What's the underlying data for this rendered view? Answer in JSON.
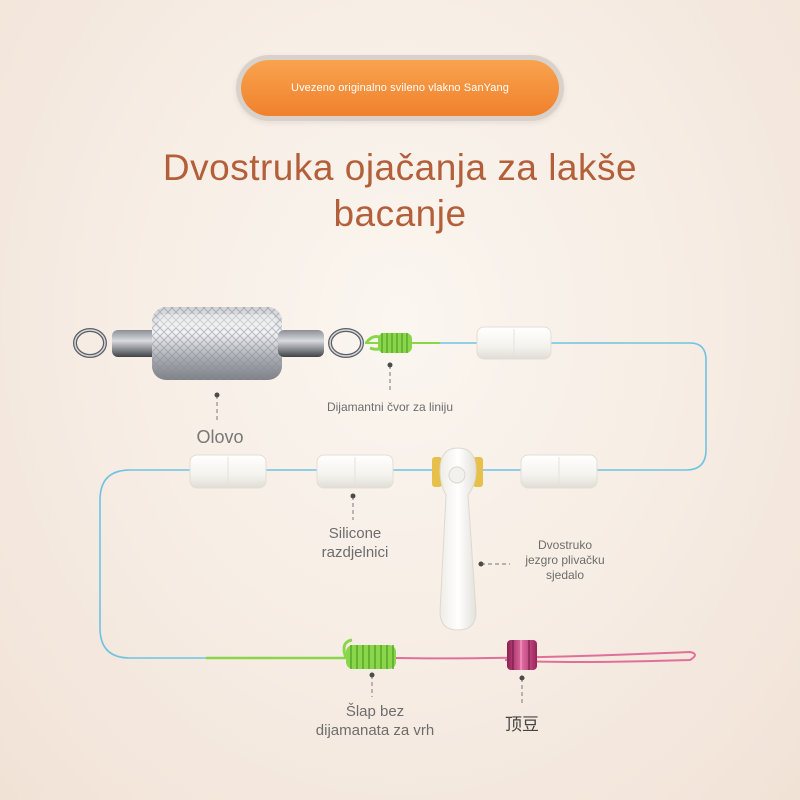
{
  "banner": {
    "text": "Uvezeno originalno svileno vlakno SanYang"
  },
  "title": {
    "line1": "Dvostruka ojačanja za lakše",
    "line2": "bacanje"
  },
  "labels": {
    "sinker": "Olovo",
    "line_knot": "Dijamantni čvor za liniju",
    "separators_line1": "Silicone",
    "separators_line2": "razdjelnici",
    "float_seat_line1": "Dvostruko",
    "float_seat_line2": "jezgro plivačku",
    "float_seat_line3": "sjedalo",
    "tip_knot_line1": "Šlap bez",
    "tip_knot_line2": "dijamanata za vrh",
    "top_bead": "顶豆"
  },
  "colors": {
    "main_line": "#6ec3e3",
    "knot_green": "#8ad64a",
    "tip_line": "#e0709a",
    "bead": "#c43d78",
    "title": "#b3603a",
    "banner": "#f58a35"
  }
}
